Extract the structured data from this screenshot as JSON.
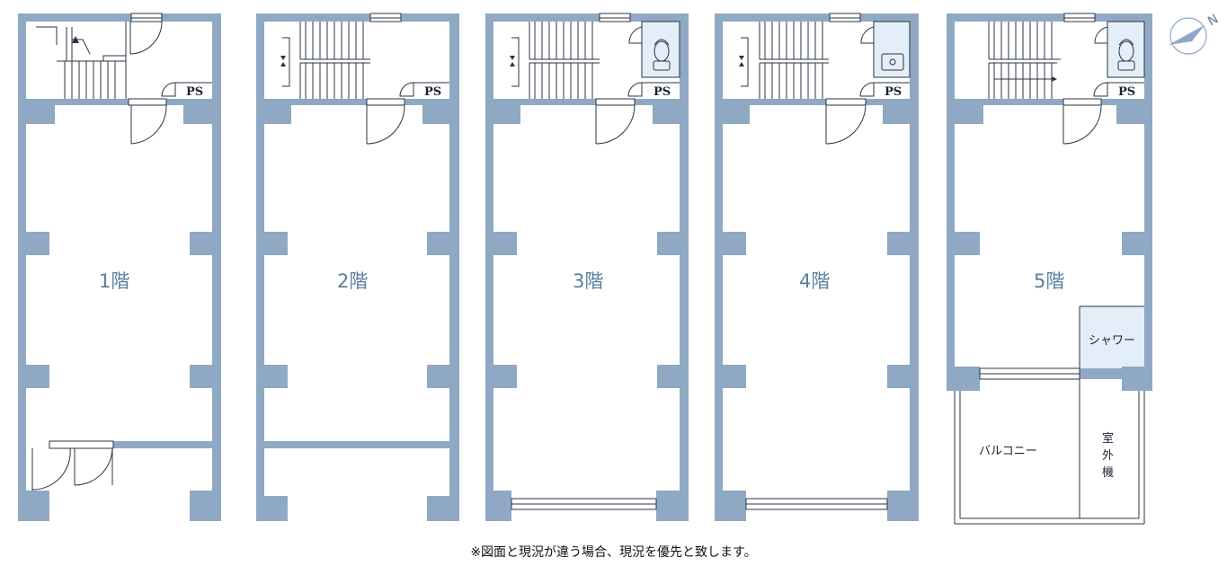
{
  "floors": [
    {
      "label": "1階",
      "ps_label": "PS"
    },
    {
      "label": "2階",
      "ps_label": "PS"
    },
    {
      "label": "3階",
      "ps_label": "PS"
    },
    {
      "label": "4階",
      "ps_label": "PS"
    },
    {
      "label": "5階",
      "ps_label": "PS"
    }
  ],
  "shower_label": "シャワー",
  "balcony_label": "バルコニー",
  "outdoor_unit_label": [
    "室",
    "外",
    "機"
  ],
  "compass_letter": "N",
  "note": "※図面と現況が違う場合、現況を優先と致します。",
  "colors": {
    "wall": "#8fa8c3",
    "wet_area": "#e3eef8",
    "line": "#2b3442",
    "label": "#5a7ea0"
  }
}
